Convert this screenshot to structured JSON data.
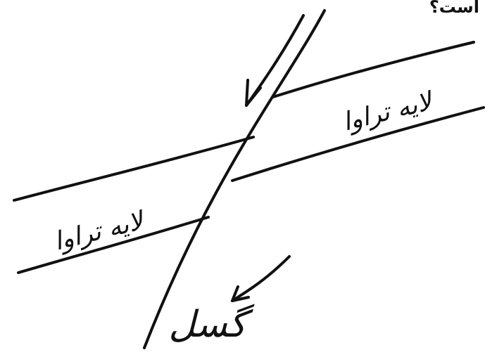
{
  "header": {
    "text": "است؟"
  },
  "diagram": {
    "layer_label_upper": "لایه تراوا",
    "layer_label_lower": "لایه تراوا",
    "fault_label": "گسل"
  }
}
